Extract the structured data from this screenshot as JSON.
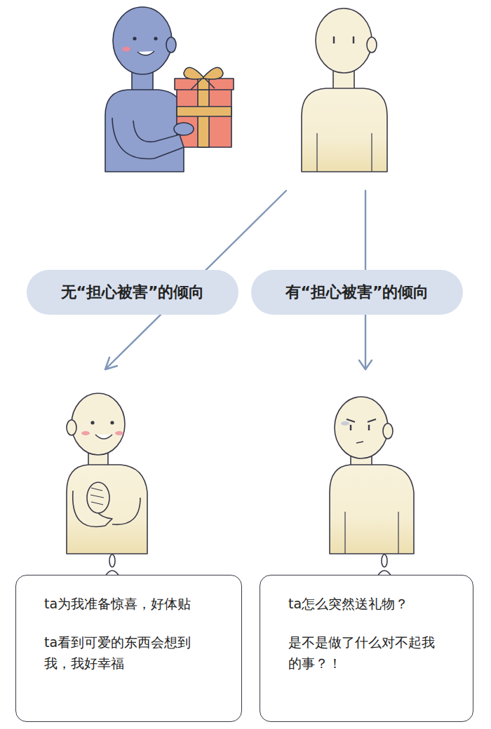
{
  "diagram": {
    "nodes": [
      {
        "text": [
          "无“担心被害”的倾向"
        ]
      },
      {
        "text": [
          "有“担心被害”的倾向"
        ]
      },
      {
        "text": [
          "ta为我准备惊喜，好体贴",
          "ta看到可爱的东西会想到 我，我好幸福"
        ]
      },
      {
        "text": [
          "ta怎么突然送礼物？",
          "是不是做了什么对不起我 的事？！"
        ]
      }
    ]
  }
}
